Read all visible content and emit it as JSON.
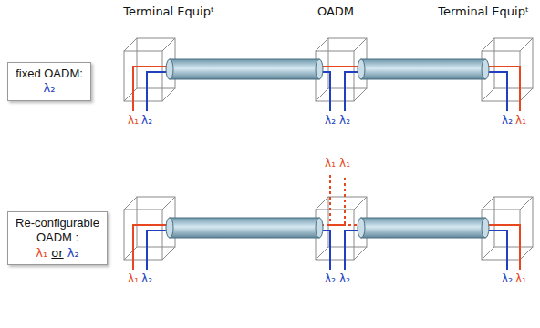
{
  "diagram": {
    "nodes": [
      {
        "text": [
          "fixed OADM:",
          "λ₂"
        ]
      },
      {
        "text": [
          "Re-configurable OADM :",
          "λ₁ or λ₂"
        ]
      }
    ],
    "labels": [
      "Terminal Equipᵗ",
      "OADM",
      "Terminal Equipᵗ",
      "λ₁",
      "λ₂",
      "λ₂",
      "λ₂",
      "λ₂",
      "λ₁",
      "λ₁",
      "λ₁",
      "λ₁",
      "λ₂",
      "λ₂",
      "λ₂",
      "λ₂",
      "λ₁"
    ]
  }
}
